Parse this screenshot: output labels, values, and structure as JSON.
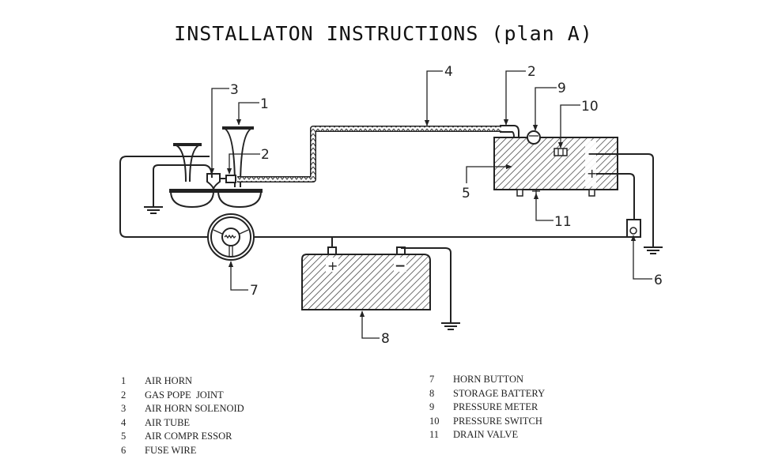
{
  "title": "INSTALLATON INSTRUCTIONS (plan A)",
  "callouts": {
    "c1": "1",
    "c2a": "2",
    "c2b": "2",
    "c3": "3",
    "c4": "4",
    "c5": "5",
    "c6": "6",
    "c7": "7",
    "c8": "8",
    "c9": "9",
    "c10": "10",
    "c11": "11"
  },
  "terminals": {
    "compressor_minus": "−",
    "compressor_plus": "+",
    "battery_plus": "+",
    "battery_minus": "−"
  },
  "legend": {
    "left": [
      {
        "num": "1",
        "label": "AIR HORN"
      },
      {
        "num": "2",
        "label": "GAS POPE  JOINT"
      },
      {
        "num": "3",
        "label": "AIR HORN SOLENOID"
      },
      {
        "num": "4",
        "label": "AIR TUBE"
      },
      {
        "num": "5",
        "label": "AIR COMPR ESSOR"
      },
      {
        "num": "6",
        "label": "FUSE WIRE"
      }
    ],
    "right": [
      {
        "num": "7",
        "label": "HORN BUTTON"
      },
      {
        "num": "8",
        "label": "STORAGE BATTERY"
      },
      {
        "num": "9",
        "label": "PRESSURE METER"
      },
      {
        "num": "10",
        "label": "PRESSURE SWITCH"
      },
      {
        "num": "11",
        "label": "DRAIN VALVE"
      }
    ]
  }
}
